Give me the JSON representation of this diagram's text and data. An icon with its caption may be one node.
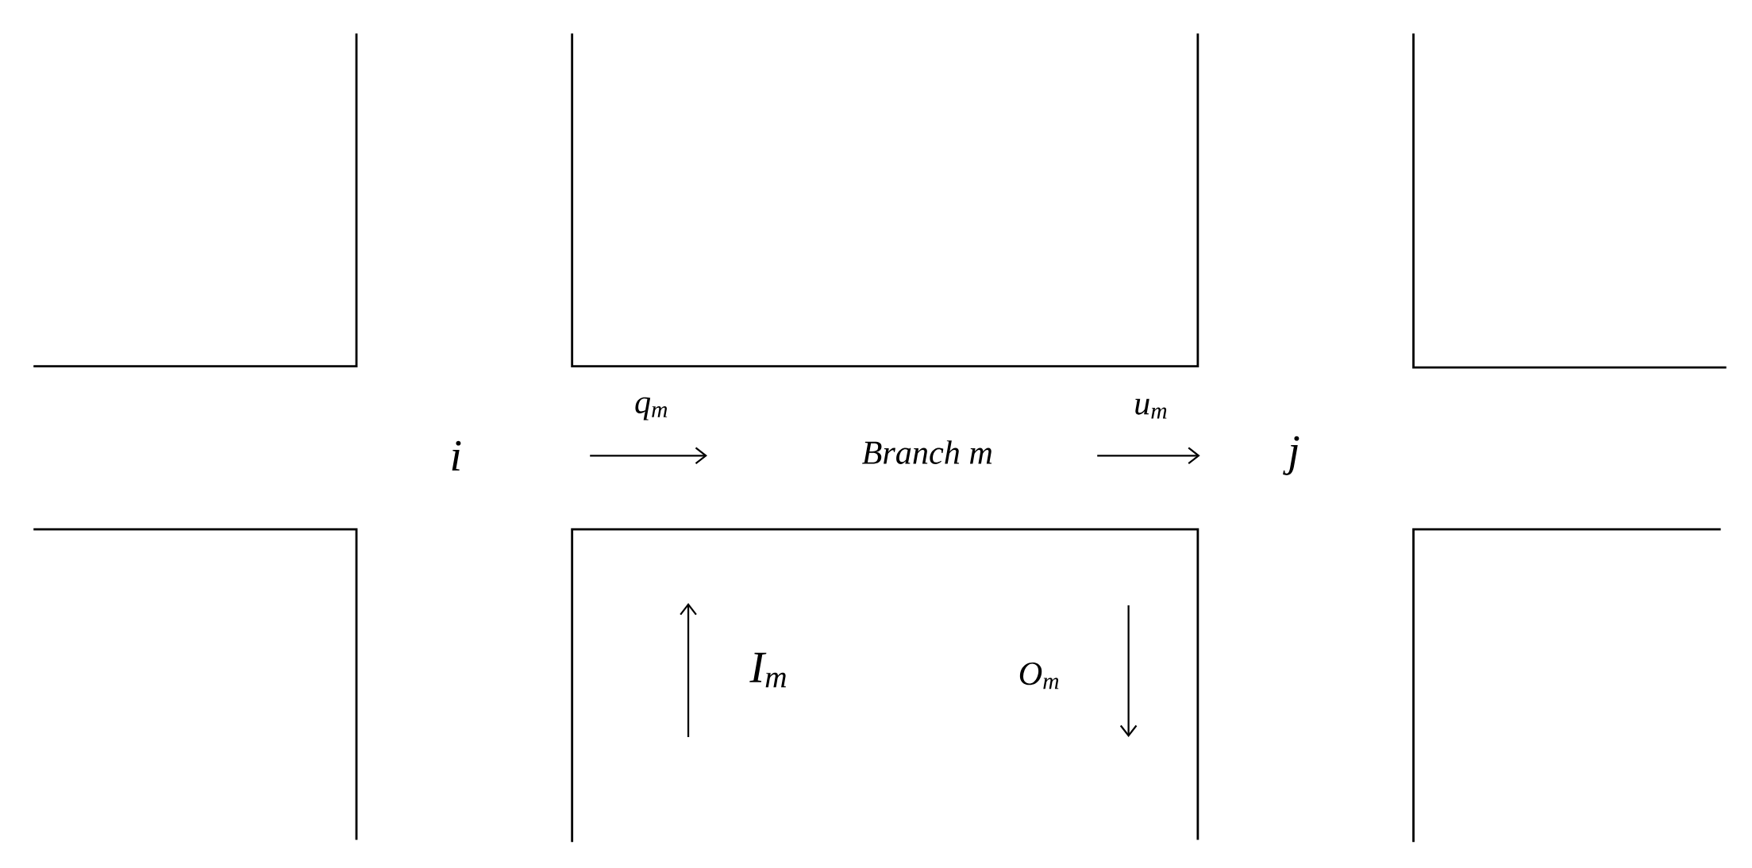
{
  "diagram": {
    "labels": [
      "q$_{m}$",
      "u$_{m}$",
      "i",
      "Branch m",
      "j",
      "I$_{m}$",
      "O$_{m}$"
    ]
  }
}
